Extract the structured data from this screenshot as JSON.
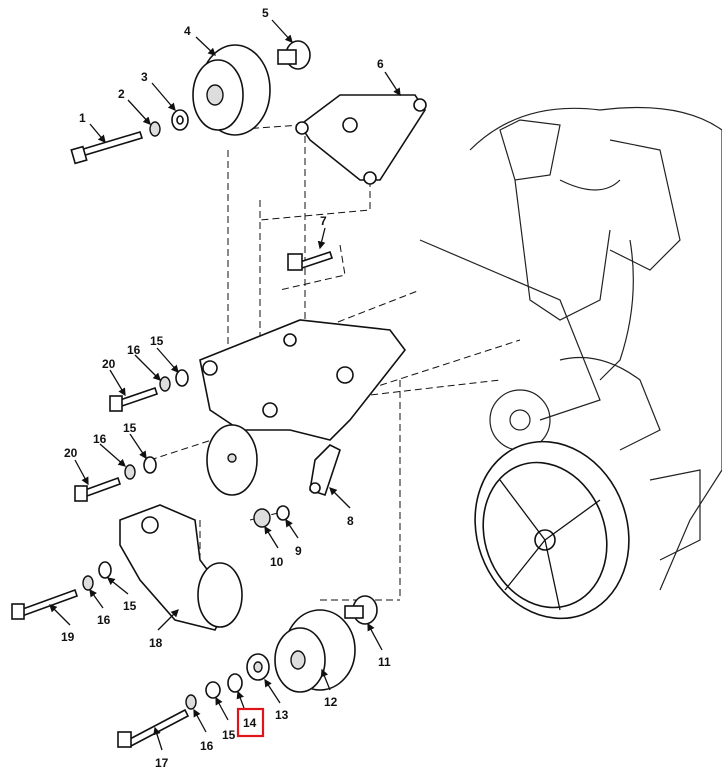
{
  "diagram": {
    "title": "Accessory drive belt tensioner and idler pulley exploded view",
    "callouts": {
      "c1": "1",
      "c2": "2",
      "c3": "3",
      "c4": "4",
      "c5": "5",
      "c6": "6",
      "c7": "7",
      "c8": "8",
      "c9": "9",
      "c10": "10",
      "c11": "11",
      "c12": "12",
      "c13": "13",
      "c14": "14",
      "c15": "15",
      "c16": "16",
      "c17": "17",
      "c18": "18",
      "c19": "19",
      "c20": "20"
    },
    "highlighted_callout": "14",
    "highlight_color": "#e0141b"
  }
}
